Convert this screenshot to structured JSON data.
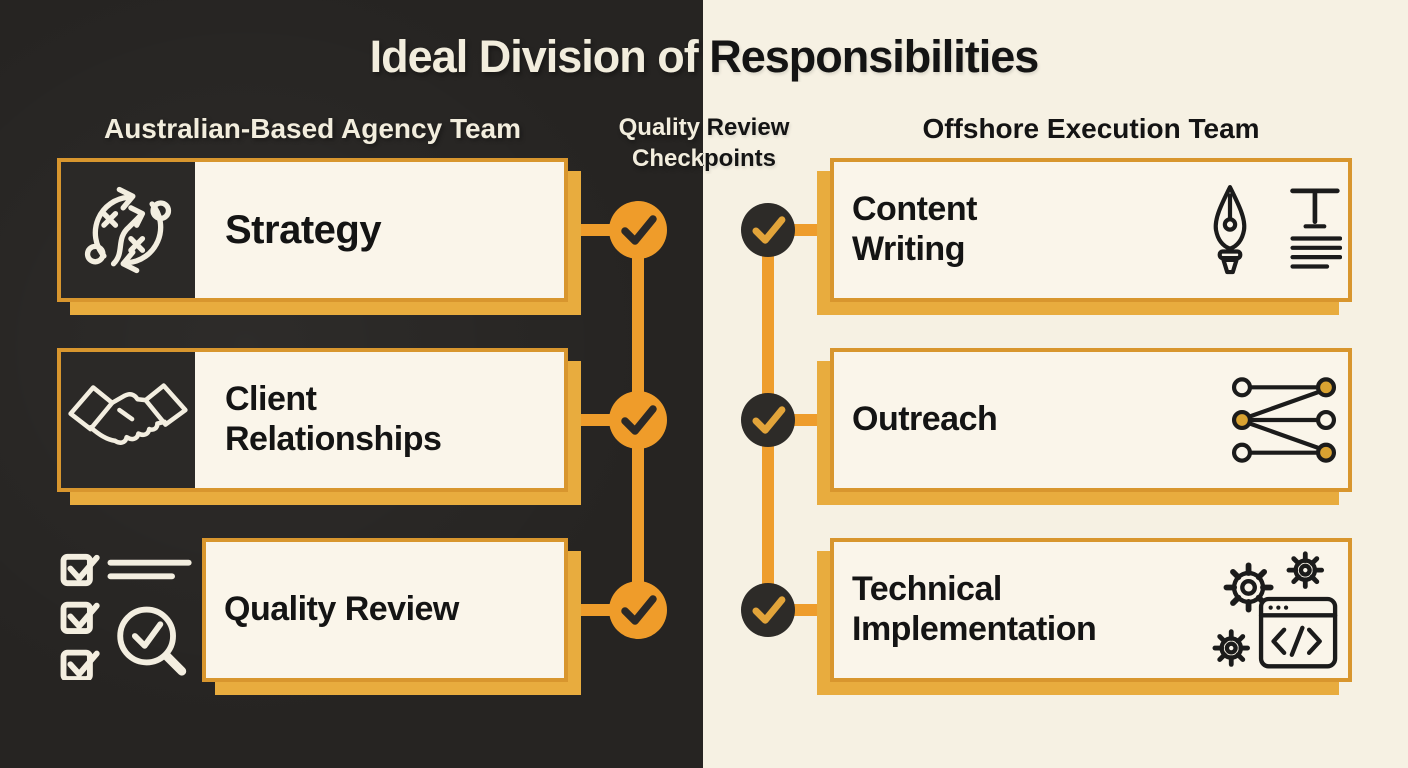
{
  "title": "Ideal Division of Responsibilities",
  "columns": {
    "left": {
      "header": "Australian-Based Agency Team",
      "items": [
        {
          "label": "Strategy",
          "icon": "strategy-icon"
        },
        {
          "label": "Client Relationships",
          "icon": "handshake-icon"
        },
        {
          "label": "Quality Review",
          "icon": "checklist-magnifier-icon"
        }
      ]
    },
    "middle": {
      "header": "Quality Review Checkpoints",
      "checkpoint_rows": 3
    },
    "right": {
      "header": "Offshore Execution Team",
      "items": [
        {
          "label": "Content Writing",
          "icon": "pen-text-icon"
        },
        {
          "label": "Outreach",
          "icon": "network-icon"
        },
        {
          "label": "Technical Implementation",
          "icon": "gears-code-icon"
        }
      ]
    }
  },
  "colors": {
    "dark_bg": "#262422",
    "cream_bg": "#F6F1E3",
    "card_fill": "#FAF5EA",
    "border_orange": "#D8962E",
    "shadow_gold": "#E8AC3E",
    "connector_orange": "#EE9D2C",
    "checkpoint_dark_circle": "#2D2B28",
    "check_gold": "#E2A43A",
    "text_dark": "#141414",
    "text_cream": "#F2EDDD"
  }
}
